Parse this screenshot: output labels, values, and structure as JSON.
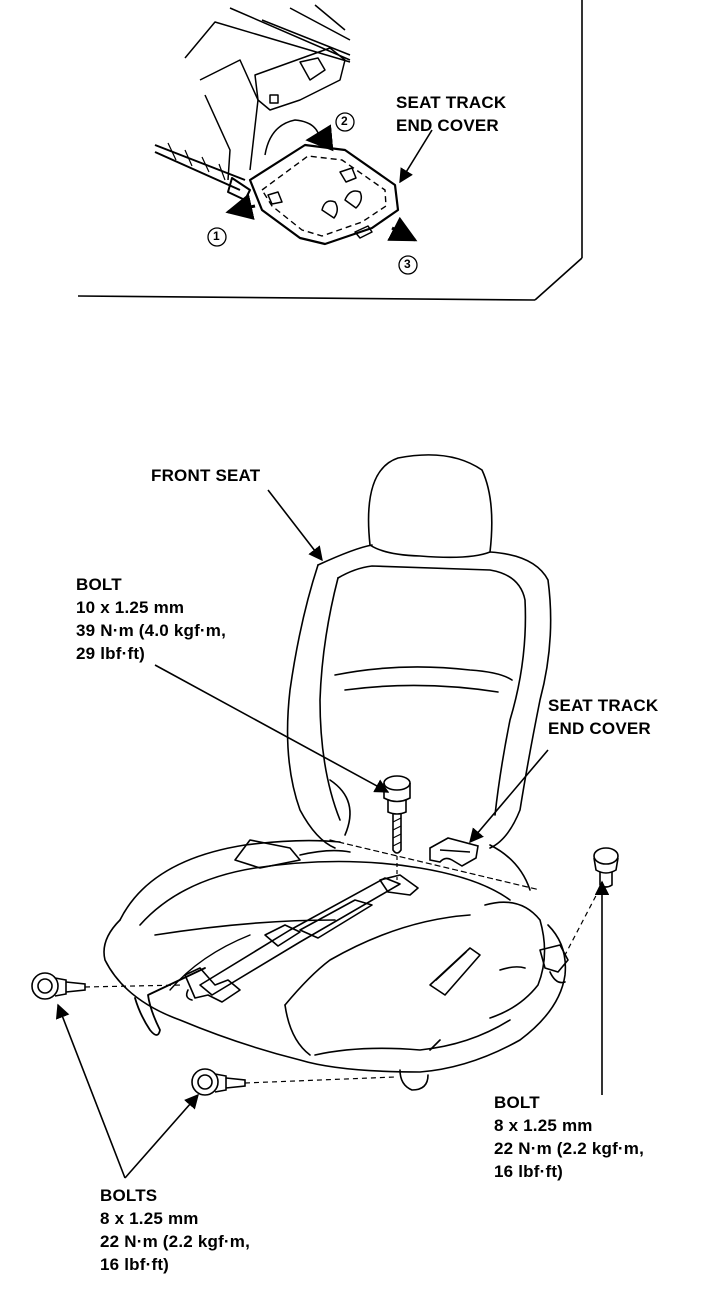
{
  "inset": {
    "cover_label": [
      "SEAT TRACK",
      "END COVER"
    ],
    "steps": [
      "1",
      "2",
      "3"
    ]
  },
  "main": {
    "front_seat_label": "FRONT SEAT",
    "bolt_top": [
      "BOLT",
      "10 x 1.25 mm",
      "39 N·m (4.0 kgf·m,",
      "29 lbf·ft)"
    ],
    "cover_label": [
      "SEAT TRACK",
      "END COVER"
    ],
    "bolt_right": [
      "BOLT",
      "8 x 1.25 mm",
      "22 N·m (2.2 kgf·m,",
      "16 lbf·ft)"
    ],
    "bolts_left": [
      "BOLTS",
      "8 x 1.25 mm",
      "22 N·m (2.2 kgf·m,",
      "16 lbf·ft)"
    ]
  }
}
